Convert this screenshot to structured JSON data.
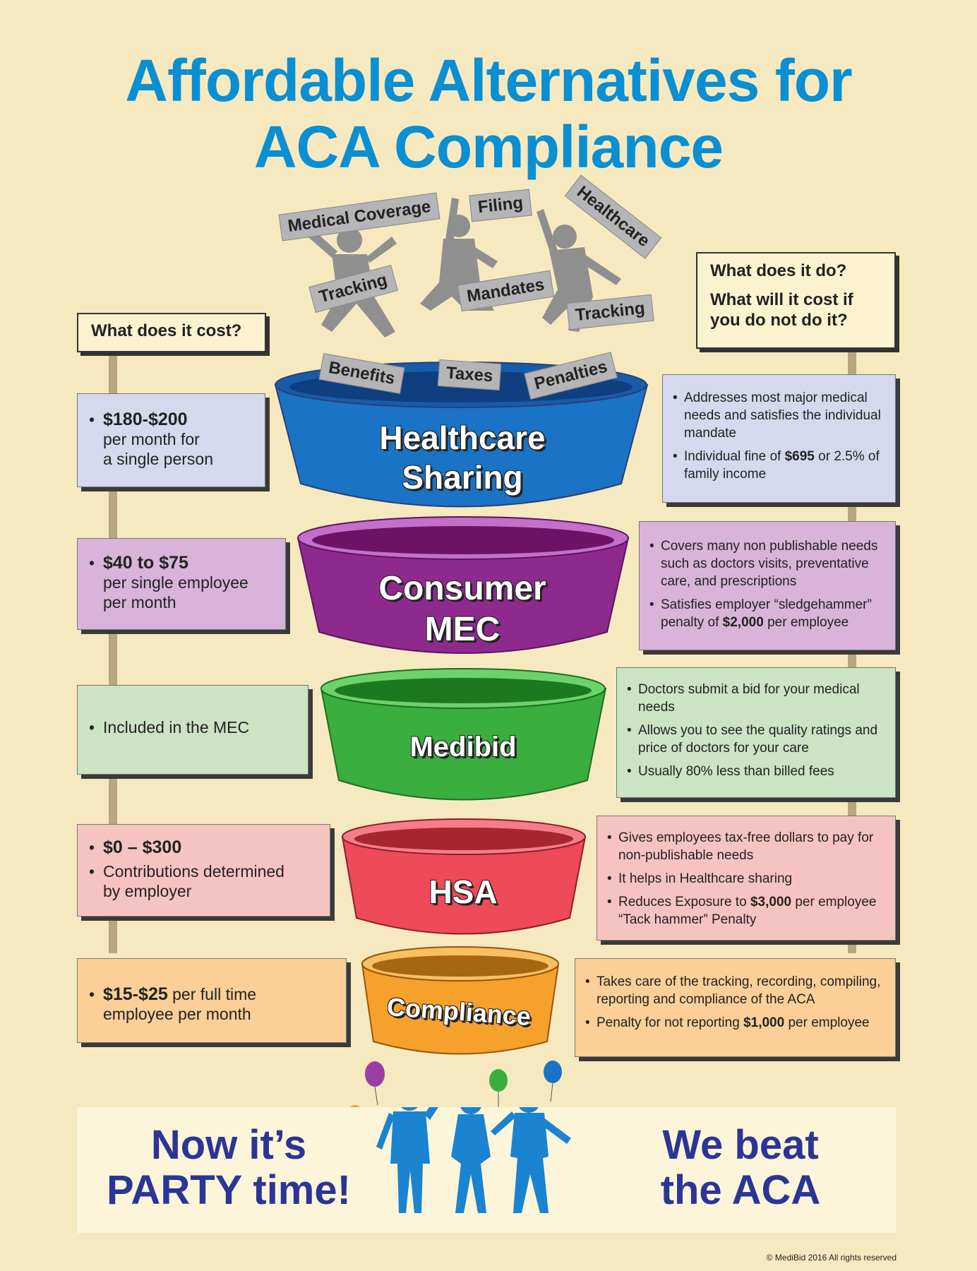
{
  "title": {
    "line1": "Affordable Alternatives for",
    "line2": "ACA Compliance"
  },
  "left_header": "What does it cost?",
  "right_header": {
    "line1": "What does it do?",
    "line2": "What will it cost if",
    "line3": "you do not do it?"
  },
  "flying_words": [
    "Medical Coverage",
    "Filing",
    "Healthcare",
    "Tracking",
    "Mandates",
    "Tracking",
    "Benefits",
    "Taxes",
    "Penalties"
  ],
  "tiers": [
    {
      "name_line1": "Healthcare",
      "name_line2": "Sharing",
      "color": "#1a73c4",
      "cost": {
        "amount": "$180-$200",
        "line1": "per month for",
        "line2": "a single person"
      },
      "details": [
        {
          "pre": "Addresses most major medical needs and satisfies the individual mandate",
          "bold": "",
          "post": ""
        },
        {
          "pre": "Individual fine of ",
          "bold": "$695",
          "post": " or 2.5% of family income"
        }
      ]
    },
    {
      "name_line1": "Consumer",
      "name_line2": "MEC",
      "color": "#8e2a8e",
      "cost": {
        "amount": "$40 to $75",
        "line1": "per single employee",
        "line2": "per month"
      },
      "details": [
        {
          "pre": "Covers many non publishable needs such as doctors visits, preventative care, and prescriptions",
          "bold": "",
          "post": ""
        },
        {
          "pre": "Satisfies employer “sledgehammer” penalty of ",
          "bold": "$2,000",
          "post": " per employee"
        }
      ]
    },
    {
      "name_line1": "Medibid",
      "name_line2": "",
      "color": "#3aae3f",
      "cost": {
        "text": "Included in the MEC"
      },
      "details": [
        {
          "pre": "Doctors submit a bid for your medical needs",
          "bold": "",
          "post": ""
        },
        {
          "pre": "Allows you to see the quality ratings and price of doctors for your care",
          "bold": "",
          "post": ""
        },
        {
          "pre": "Usually 80% less than billed fees",
          "bold": "",
          "post": ""
        }
      ]
    },
    {
      "name_line1": "HSA",
      "name_line2": "",
      "color": "#ee4a5a",
      "cost": {
        "amount": "$0 – $300",
        "text": "Contributions determined by employer"
      },
      "details": [
        {
          "pre": "Gives employees tax-free dollars to pay for non-publishable needs",
          "bold": "",
          "post": ""
        },
        {
          "pre": "It helps in Healthcare sharing",
          "bold": "",
          "post": ""
        },
        {
          "pre": "Reduces Exposure to ",
          "bold": "$3,000",
          "post": " per employee “Tack hammer” Penalty"
        }
      ]
    },
    {
      "name_line1": "Compliance",
      "name_line2": "",
      "color": "#f6a12b",
      "cost": {
        "amount": "$15-$25",
        "line1": " per full time",
        "line2": "employee per month"
      },
      "details": [
        {
          "pre": "Takes care of the tracking, recording, compiling, reporting and compliance of the ACA",
          "bold": "",
          "post": ""
        },
        {
          "pre": "Penalty for not reporting ",
          "bold": "$1,000",
          "post": " per employee"
        }
      ]
    }
  ],
  "party": {
    "left_line1": "Now it’s",
    "left_line2": "PARTY time!",
    "right_line1": "We beat",
    "right_line2": "the ACA"
  },
  "copyright": "© MediBid 2016  All rights reserved"
}
